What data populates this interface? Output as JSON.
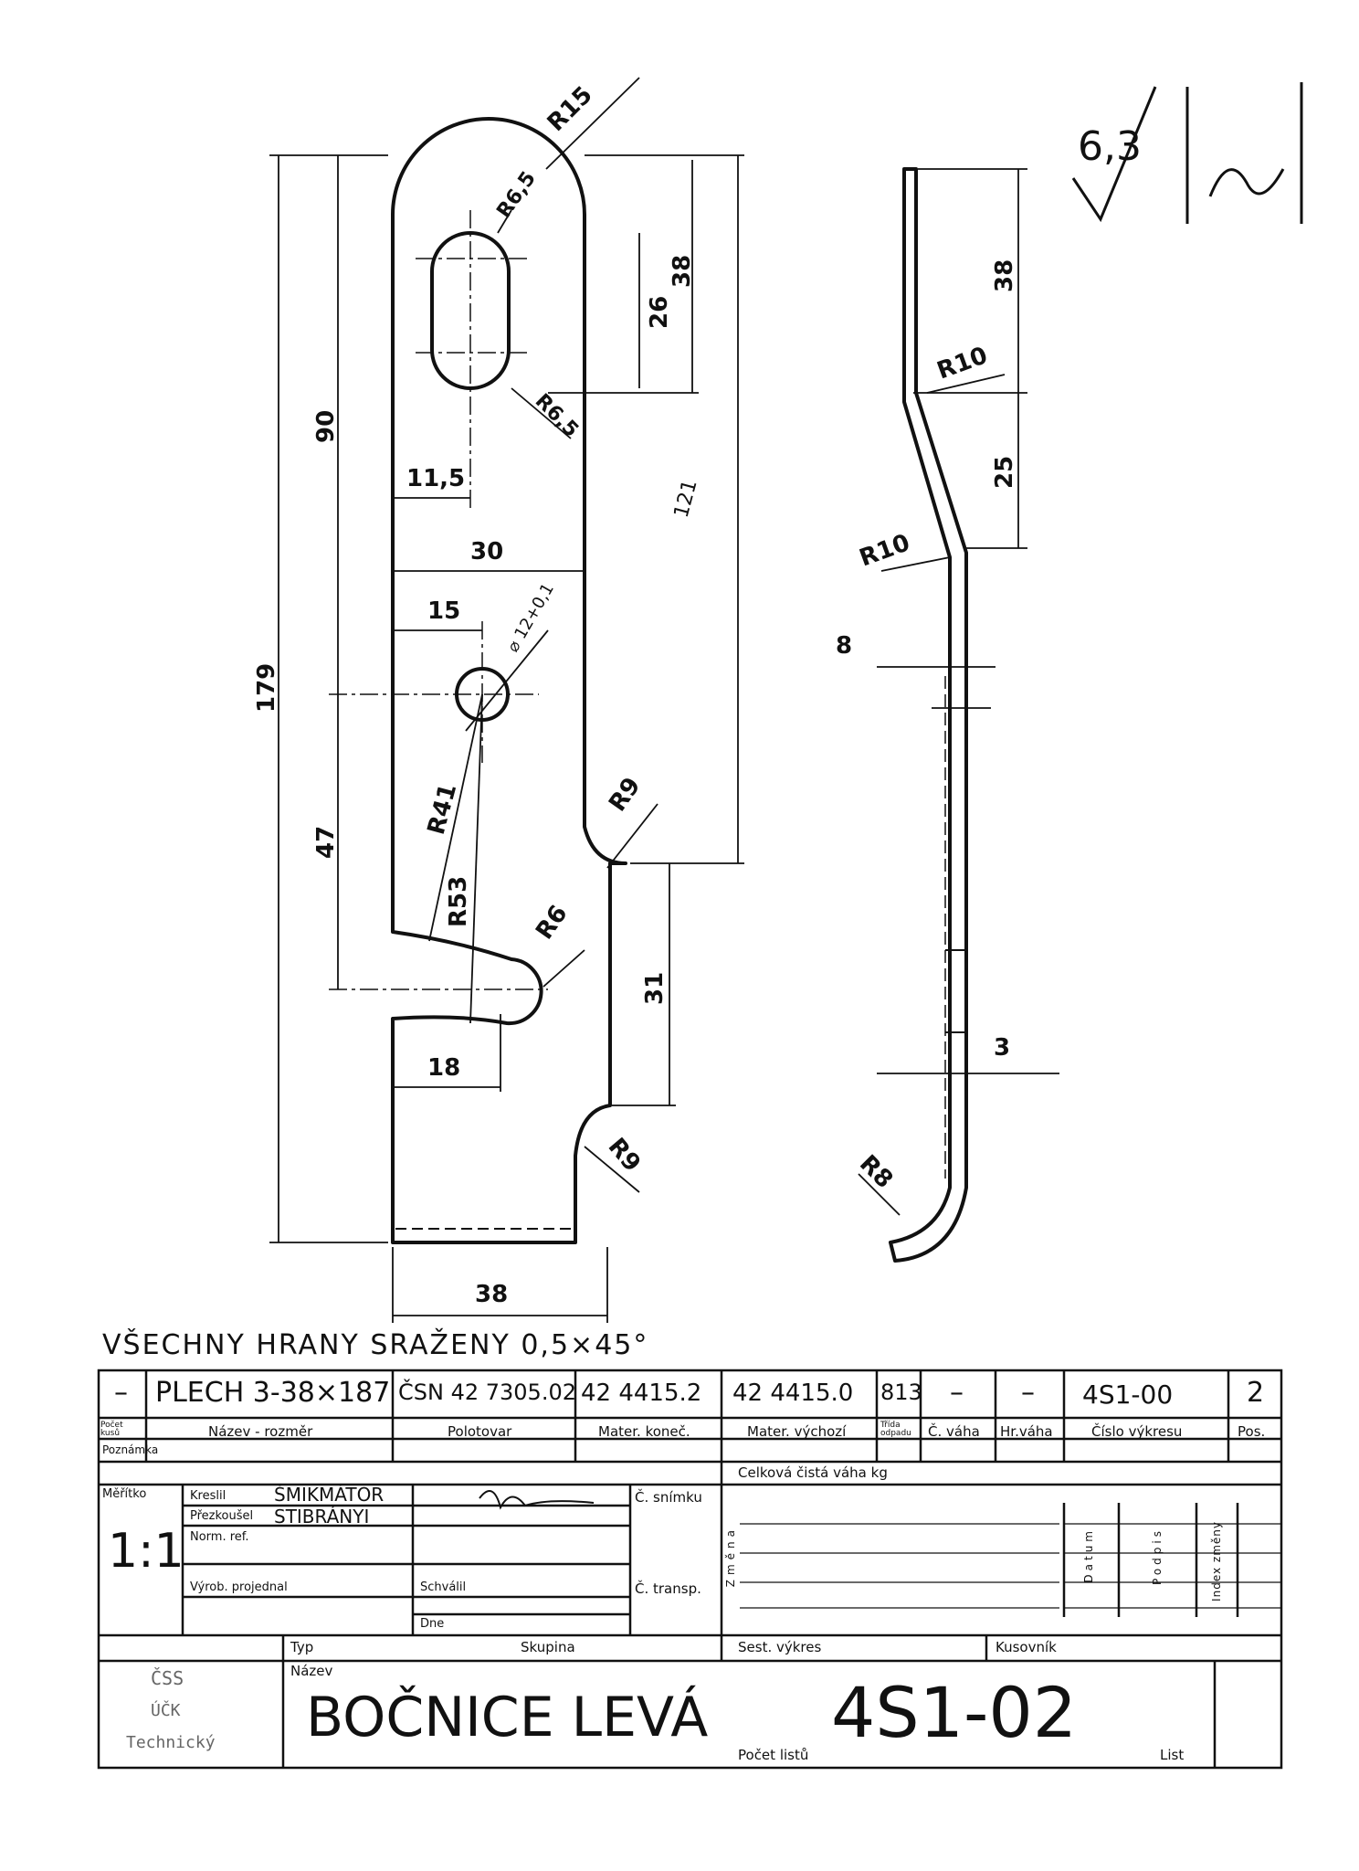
{
  "surface_roughness": {
    "value": "6,3",
    "symbol": "(~)"
  },
  "edge_note": "VŠECHNY HRANY SRAŽENY  0,5×45°",
  "dimensions": {
    "r15": "R15",
    "r65_top": "R6,5",
    "r65_bottom": "R6,5",
    "d26": "26",
    "d38_top": "38",
    "d90": "90",
    "d179": "179",
    "d11_5": "11,5",
    "d30": "30",
    "d15": "15",
    "hole": "⌀ 12+0,1",
    "d121": "121",
    "r9_upper": "R9",
    "r41": "R41",
    "r53": "R53",
    "r6": "R6",
    "d47": "47",
    "d31": "31",
    "d18": "18",
    "r9_lower": "R9",
    "d38_bottom": "38",
    "side_38": "38",
    "side_r10_upper": "R10",
    "side_25": "25",
    "side_r10_lower": "R10",
    "side_8": "8",
    "side_3": "3",
    "side_r8": "R8"
  },
  "title_block": {
    "row1": {
      "dash1": "–",
      "name_size": "PLECH 3-38×187",
      "semi_product": "ČSN 42 7305.02",
      "mater_final": "42 4415.2",
      "mater_initial": "42 4415.0",
      "class": "813",
      "c_weight": "–",
      "hr_weight": "–",
      "drawing_no": "4S1-00",
      "pos": "2"
    },
    "row1_labels": {
      "pieces": "Počet kusů",
      "name_size": "Název - rozměr",
      "semi_product": "Polotovar",
      "mater_final": "Mater. koneč.",
      "mater_initial": "Mater. výchozí",
      "class": "Třída odpadu",
      "c_weight": "Č. váha",
      "hr_weight": "Hr.váha",
      "drawing_no": "Číslo výkresu",
      "pos": "Pos."
    },
    "note_label": "Poznámka",
    "total_weight_label": "Celková čistá váha kg",
    "scale_label": "Měřítko",
    "scale": "1:1",
    "drew_label": "Kreslil",
    "drew_name": "ŠMIKMÁTOR",
    "checked_label": "Přezkoušel",
    "checked_name": "STIBRÁNYI",
    "norm_label": "Norm. ref.",
    "production_label": "Výrob. projednal",
    "approved_label": "Schválil",
    "day_label": "Dne",
    "snimku_label": "Č. snímku",
    "transp_label": "Č. transp.",
    "change_label": "Změna",
    "date_label": "Datum",
    "sign_label": "Podpis",
    "index_label": "Index změny",
    "type_label": "Typ",
    "group_label": "Skupina",
    "assembly_label": "Sest. výkres",
    "partlist_label": "Kusovník",
    "name_label": "Název",
    "company": [
      "ČSS",
      "ÚČK",
      "Technický"
    ],
    "part_name": "BOČNICE LEVÁ",
    "part_number": "4S1-02",
    "sheets_label": "Počet listů",
    "sheet_label": "List"
  }
}
